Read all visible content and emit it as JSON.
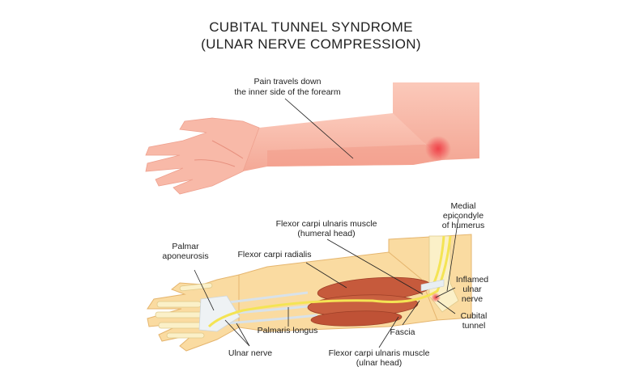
{
  "title_line1": "CUBITAL TUNNEL SYNDROME",
  "title_line2": "(ULNAR NERVE COMPRESSION)",
  "labels": {
    "pain": [
      "Pain travels down",
      "the inner side of the forearm"
    ],
    "medial_epicondyle": [
      "Medial",
      "epicondyle",
      "of humerus"
    ],
    "fcu_humeral": [
      "Flexor carpi ulnaris muscle",
      "(humeral head)"
    ],
    "palmar_aponeurosis": [
      "Palmar",
      "aponeurosis"
    ],
    "fcr": [
      "Flexor carpi radialis"
    ],
    "inflamed_nerve": [
      "Inflamed",
      "ulnar",
      "nerve"
    ],
    "cubital_tunnel": [
      "Cubital",
      "tunnel"
    ],
    "fascia": [
      "Fascia"
    ],
    "palmaris_longus": [
      "Palmaris longus"
    ],
    "ulnar_nerve": [
      "Ulnar nerve"
    ],
    "fcu_ulnar": [
      "Flexor carpi ulnaris muscle",
      "(ulnar head)"
    ]
  },
  "colors": {
    "skin": "#f8b6a4",
    "skin_dark": "#f19886",
    "pain_glow": "#f0434a",
    "arm_lower": "#f9dca0",
    "bone": "#fbf0c8",
    "nerve": "#f4e454",
    "muscle": "#c65a3c",
    "tendon": "#e8eef2"
  }
}
